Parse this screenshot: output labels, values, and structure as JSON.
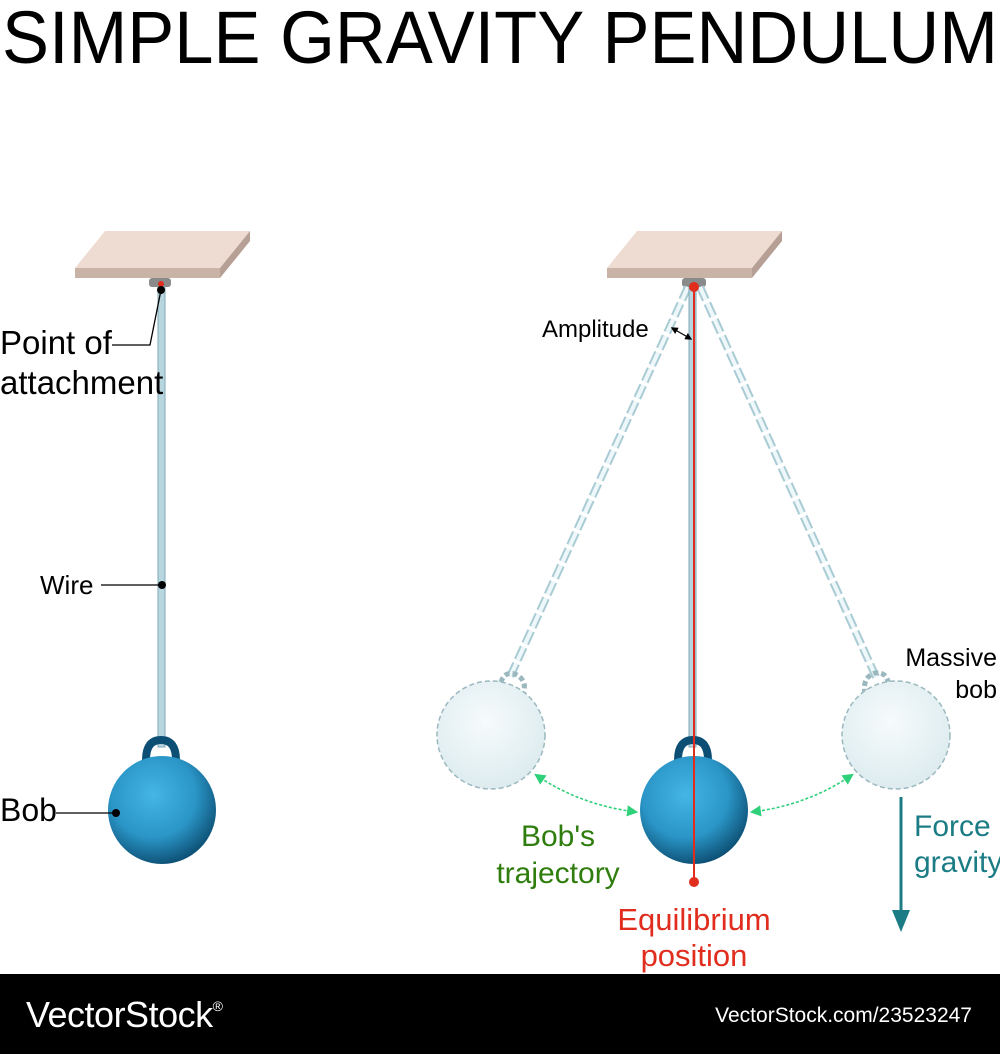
{
  "title": "SIMPLE GRAVITY PENDULUM",
  "labels": {
    "point_of_attachment_line1": "Point of",
    "point_of_attachment_line2": "attachment",
    "wire": "Wire",
    "bob": "Bob",
    "amplitude": "Amplitude",
    "massive_bob_line1": "Massive",
    "massive_bob_line2": "bob",
    "bobs_trajectory_line1": "Bob's",
    "bobs_trajectory_line2": "trajectory",
    "equilibrium_line1": "Equilibrium",
    "equilibrium_line2": "position",
    "force_gravity_line1": "Force",
    "force_gravity_line2": "gravity"
  },
  "colors": {
    "ceiling_top": "#eedcd2",
    "ceiling_side": "#c9b3a7",
    "bob_main": "#2a95c6",
    "bob_dark": "#0d4f74",
    "ghost_fill": "#e6f2f4",
    "ghost_stroke": "#9bb8bf",
    "wire": "#b8d6e0",
    "equilibrium_red": "#e02d1e",
    "trajectory_green": "#2e7d0d",
    "trajectory_arrow": "#2fd07a",
    "force_teal": "#1b7c85"
  },
  "footer": {
    "brand": "VectorStock",
    "registered_mark": "®",
    "url": "VectorStock.com/23523247"
  }
}
